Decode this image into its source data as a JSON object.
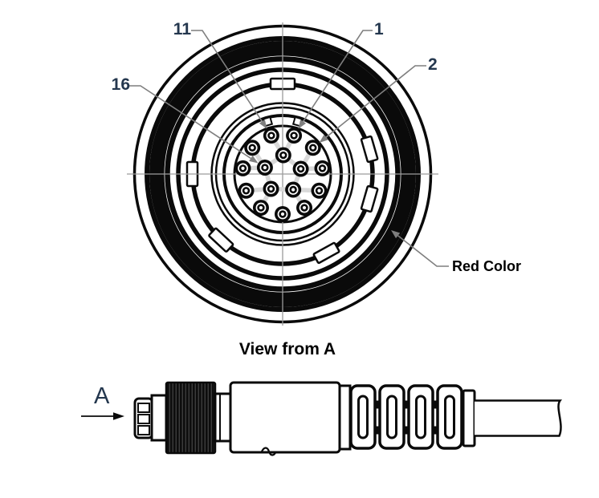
{
  "front_view": {
    "labels": {
      "pin11": "11",
      "pin1": "1",
      "pin2": "2",
      "pin16": "16"
    },
    "red_annotation": "Red Color",
    "pin_count": 16
  },
  "side_view": {
    "view_label": "A"
  },
  "caption": "View from A",
  "colors": {
    "red_ring": "#ED1C24",
    "label_navy": "#24374E",
    "leader_gray": "#7F7F7F",
    "web_gray": "#D9D9D9",
    "crosshair_gray": "#9C9C9C",
    "line_black": "#0a0a0a"
  }
}
